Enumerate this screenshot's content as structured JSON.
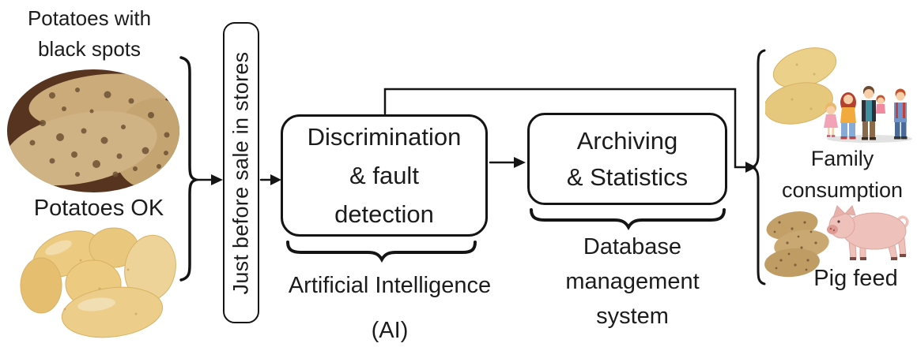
{
  "inputs": {
    "bad": {
      "line1": "Potatoes with",
      "line2": "black spots"
    },
    "ok": {
      "label": "Potatoes OK"
    }
  },
  "stage": {
    "label": "Just before sale in stores"
  },
  "ai": {
    "box": {
      "line1": "Discrimination",
      "line2": "& fault",
      "line3": "detection"
    },
    "caption": {
      "line1": "Artificial Intelligence",
      "line2": "(AI)"
    }
  },
  "db": {
    "box": {
      "line1": "Archiving",
      "line2": "& Statistics"
    },
    "caption": {
      "line1": "Database",
      "line2": "management",
      "line3": "system"
    }
  },
  "outputs": {
    "family": {
      "line1": "Family",
      "line2": "consumption"
    },
    "pig": {
      "label": "Pig feed"
    }
  },
  "icons": {
    "bad_input": "spotted-potatoes-photo",
    "ok_input": "clean-potatoes-photo",
    "family_output_potatoes": "clean-potatoes-photo",
    "family_output_people": "family-illustration",
    "pig_output_potatoes": "spotted-potatoes-photo",
    "pig_output_animal": "pig-photo"
  },
  "colors": {
    "line": "#141414",
    "text": "#1c1c1c",
    "box_fill": "#ffffff",
    "potato_clean": "#ecca80",
    "potato_spotted": "#c9a876",
    "potato_spot": "#6e5234",
    "pig_pink": "#eec1bb"
  }
}
